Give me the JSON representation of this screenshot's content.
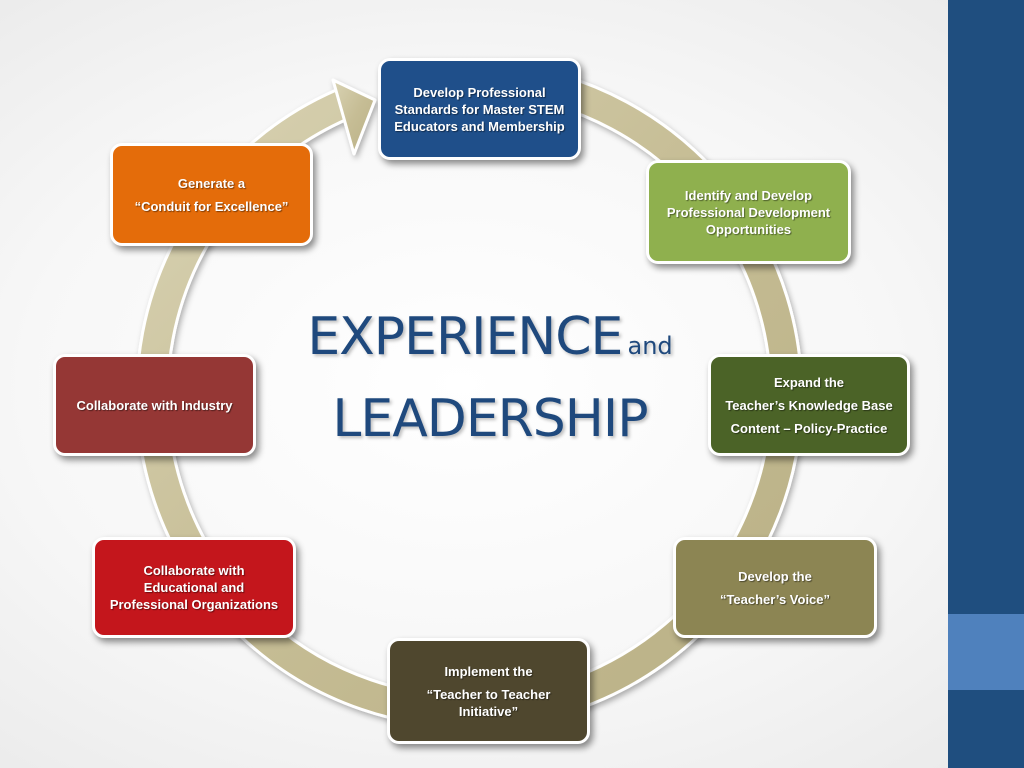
{
  "title": {
    "line1": "EXPERIENCE",
    "conjunction": "and",
    "line2": "LEADERSHIP"
  },
  "colors": {
    "ring": "#c8c09a",
    "sidebar": "#1f4e7f",
    "sidebar_accent": "#4f81bd",
    "title": "#1f497d"
  },
  "steps": {
    "develop_standards": {
      "lines": [
        "Develop Professional",
        "Standards for Master STEM",
        "Educators and Membership"
      ],
      "color": "#1f4f8a"
    },
    "identify_develop": {
      "lines": [
        "Identify and Develop",
        "Professional Development",
        "Opportunities"
      ],
      "color": "#8fb04e"
    },
    "expand_knowledge": {
      "lines": [
        "Expand the",
        "Teacher’s Knowledge Base",
        "Content – Policy-Practice"
      ],
      "color": "#4b6327"
    },
    "teachers_voice": {
      "lines": [
        "Develop the",
        "“Teacher’s Voice”"
      ],
      "color": "#8c8553"
    },
    "teacher_to_teacher": {
      "lines": [
        "Implement the",
        "“Teacher to Teacher",
        "Initiative”"
      ],
      "color": "#4f472e"
    },
    "collaborate_edu": {
      "lines": [
        "Collaborate with",
        "Educational and",
        "Professional Organizations"
      ],
      "color": "#c4161c"
    },
    "collaborate_industry": {
      "lines": [
        "Collaborate with Industry"
      ],
      "color": "#953735"
    },
    "conduit": {
      "lines": [
        "Generate a",
        "“Conduit for Excellence”"
      ],
      "color": "#e46c0a"
    }
  }
}
